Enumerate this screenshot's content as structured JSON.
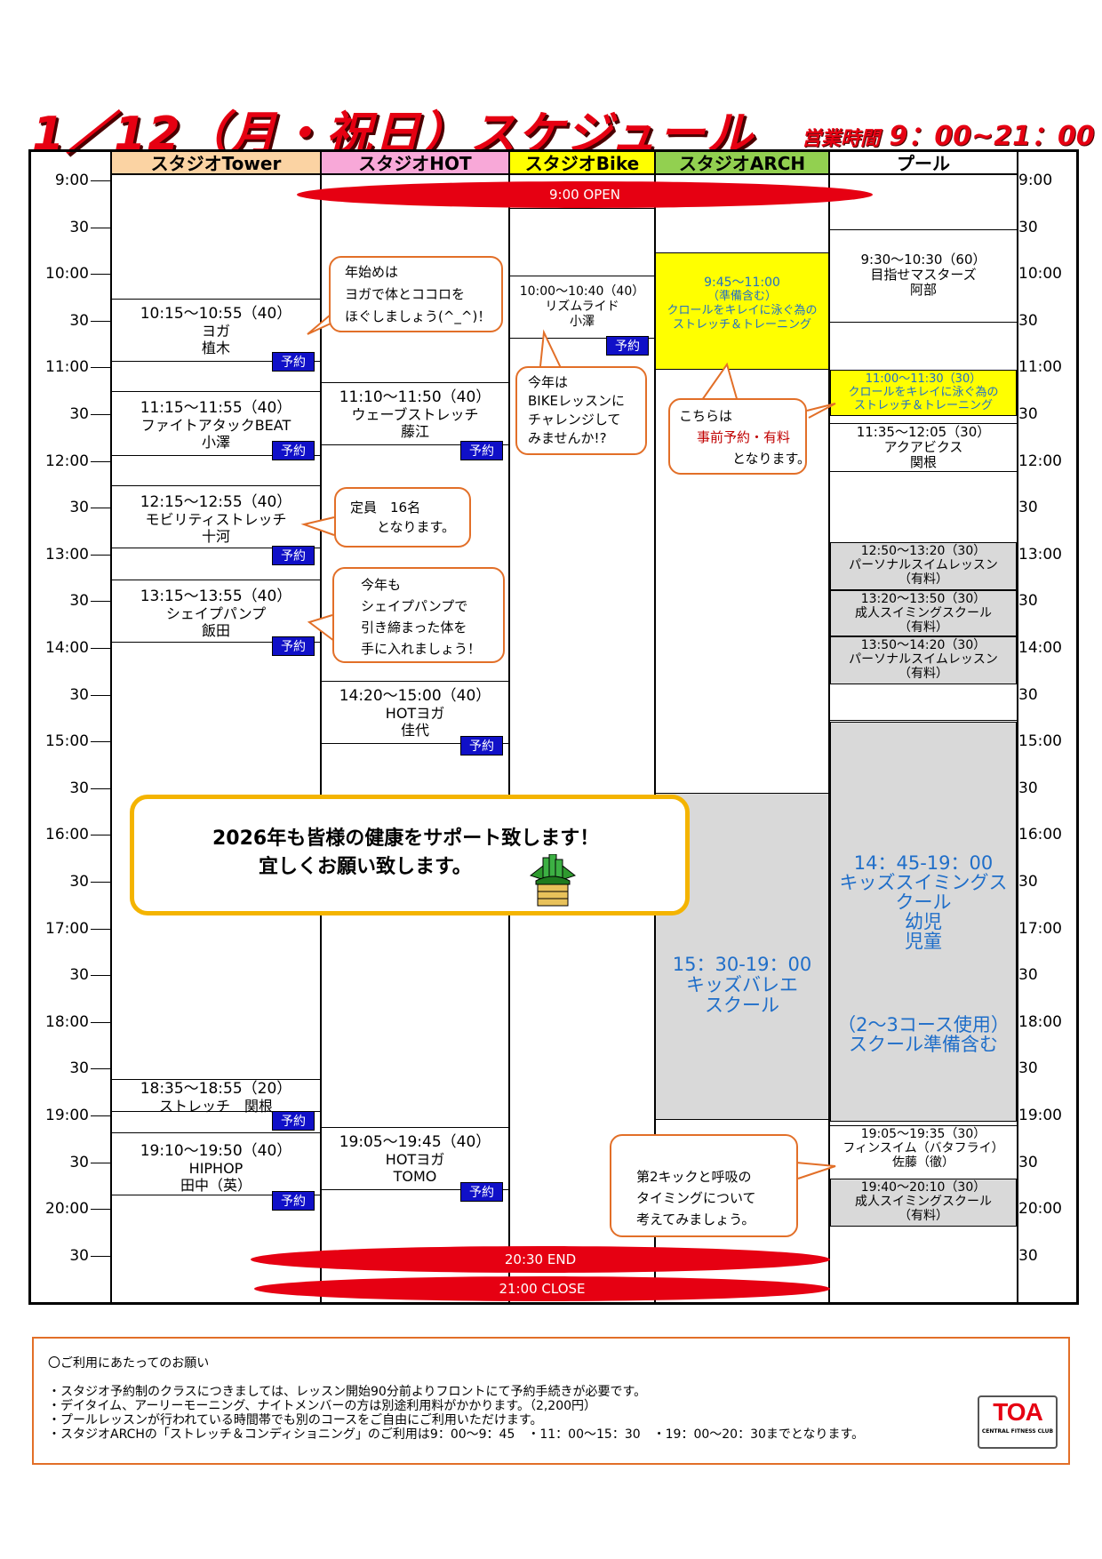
{
  "title": "1／12（月・祝日）スケジュール",
  "hours": {
    "label": "営業時間",
    "value": "9：00~21：00"
  },
  "columns": [
    "スタジオTower",
    "スタジオHOT",
    "スタジオBike",
    "スタジオARCH",
    "プール"
  ],
  "column_colors": [
    "#fbd3a3",
    "#f8a8d8",
    "#ffff00",
    "#92d050",
    "#ffffff"
  ],
  "times": [
    "9:00",
    "30",
    "10:00",
    "30",
    "11:00",
    "30",
    "12:00",
    "30",
    "13:00",
    "30",
    "14:00",
    "30",
    "15:00",
    "30",
    "16:00",
    "30",
    "17:00",
    "30",
    "18:00",
    "30",
    "19:00",
    "30",
    "20:00",
    "30"
  ],
  "times_right": [
    "9:00",
    "30",
    "10:00",
    "30",
    "11:00",
    "30",
    "12:00",
    "30",
    "13:00",
    "30",
    "14:00",
    "30",
    "15:00",
    "30",
    "16:00",
    "30",
    "17:00",
    "30",
    "18:00",
    "30",
    "19:00",
    "30",
    "20:00",
    "30"
  ],
  "reserve_label": "予約",
  "events": {
    "open": "9:00 OPEN",
    "end": "20:30 END",
    "close": "21:00  CLOSE"
  },
  "tower": [
    {
      "time": "10:15～10:55（40）",
      "name": "ヨガ",
      "instructor": "植木"
    },
    {
      "time": "11:15～11:55（40）",
      "name": "ファイトアタックBEAT",
      "instructor": "小澤"
    },
    {
      "time": "12:15～12:55（40）",
      "name": "モビリティストレッチ",
      "instructor": "十河"
    },
    {
      "time": "13:15～13:55（40）",
      "name": "シェイプパンプ",
      "instructor": "飯田"
    },
    {
      "time": "18:35～18:55（20）",
      "name": "ストレッチ　関根",
      "instructor": ""
    },
    {
      "time": "19:10～19:50（40）",
      "name": "HIPHOP",
      "instructor": "田中（英）"
    }
  ],
  "hot": [
    {
      "time": "11:10～11:50（40）",
      "name": "ウェーブストレッチ",
      "instructor": "藤江"
    },
    {
      "time": "14:20～15:00（40）",
      "name": "HOTヨガ",
      "instructor": "佳代"
    },
    {
      "time": "19:05～19:45（40）",
      "name": "HOTヨガ",
      "instructor": "TOMO"
    }
  ],
  "bike": [
    {
      "time": "10:00～10:40（40）",
      "name": "リズムライド",
      "instructor": "小澤"
    }
  ],
  "arch": {
    "morning": {
      "time": "9:45～11:00",
      "note": "（準備含む）",
      "name": "クロールをキレイに泳ぐ為の",
      "name2": "ストレッチ＆トレーニング"
    },
    "kids": {
      "time": "15：30-19：00",
      "name": "キッズバレエ",
      "name2": "スクール"
    }
  },
  "pool": [
    {
      "time": "9:30～10:30（60）",
      "name": "目指せマスターズ",
      "instructor": "阿部"
    },
    {
      "time": "11:00～11:30（30）",
      "name": "クロールをキレイに泳ぐ為の",
      "instructor": "ストレッチ＆トレーニング"
    },
    {
      "time": "11:35～12:05（30）",
      "name": "アクアビクス",
      "instructor": "関根"
    },
    {
      "time": "12:50～13:20（30）",
      "name": "パーソナルスイムレッスン",
      "instructor": "（有料）"
    },
    {
      "time": "13:20～13:50（30）",
      "name": "成人スイミングスクール",
      "instructor": "（有料）"
    },
    {
      "time": "13:50～14:20（30）",
      "name": "パーソナルスイムレッスン",
      "instructor": "（有料）"
    },
    {
      "time": "19:05～19:35（30）",
      "name": "フィンスイム（バタフライ）",
      "instructor": "佐藤（徹）"
    },
    {
      "time": "19:40～20:10（30）",
      "name": "成人スイミングスクール",
      "instructor": "（有料）"
    }
  ],
  "pool_kids": {
    "l1": "14：45-19：00",
    "l2": "キッズスイミングス",
    "l3": "クール",
    "l4": "幼児",
    "l5": "児童",
    "l6": "（2～3コース使用）",
    "l7": "スクール準備含む"
  },
  "bubbles": {
    "yoga": [
      "年始めは",
      "ヨガで体とココロを",
      "ほぐしましょう(^_^)！"
    ],
    "bike": [
      "今年は",
      "BIKEレッスンに",
      "チャレンジして",
      "みませんか!?"
    ],
    "arch": [
      "こちらは",
      "事前予約・有料",
      "となります。"
    ],
    "capacity": [
      "定員　16名",
      "となります。"
    ],
    "shape": [
      "今年も",
      "シェイプパンプで",
      "引き締まった体を",
      "手に入れましょう！"
    ],
    "pool": [
      "第2キックと呼吸の",
      "タイミングについて",
      "考えてみましょう。"
    ]
  },
  "message": {
    "l1": "2026年も皆様の健康をサポート致します！",
    "l2": "宜しくお願い致します。"
  },
  "notice": {
    "heading": "〇ご利用にあたってのお願い",
    "lines": [
      "・スタジオ予約制のクラスにつきましては、レッスン開始90分前よりフロントにて予約手続きが必要です。",
      "・デイタイム、アーリーモーニング、ナイトメンバーの方は別途利用料がかかります。（2,200円）",
      "・プールレッスンが行われている時間帯でも別のコースをご自由にご利用いただけます。",
      "・スタジオARCHの「ストレッチ＆コンディショニング」のご利用は9：00～9：45　・11：00～15：30　・19：00～20：30までとなります。"
    ]
  },
  "logo": {
    "main": "TOA",
    "sub": "CENTRAL FITNESS CLUB"
  }
}
